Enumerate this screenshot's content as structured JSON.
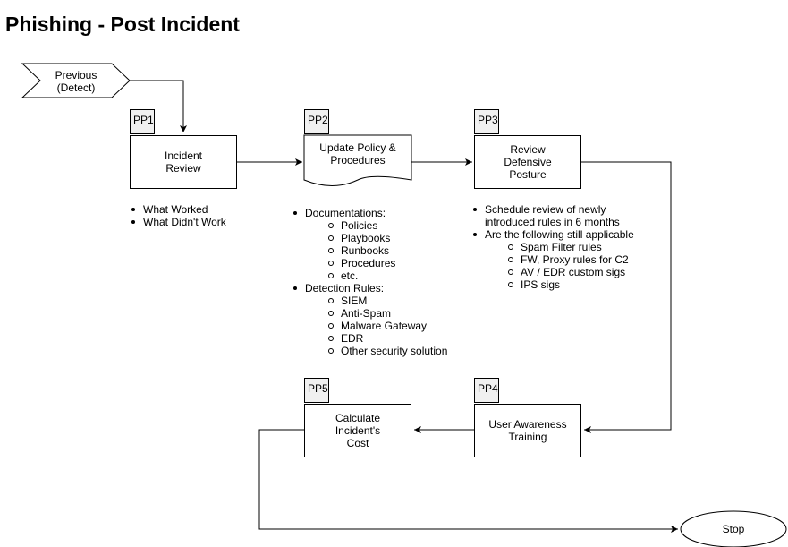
{
  "title": "Phishing - Post Incident",
  "previous": "Previous\n(Detect)",
  "stop": "Stop",
  "steps": {
    "pp1": {
      "tag": "PP1",
      "label": "Incident Review"
    },
    "pp2": {
      "tag": "PP2",
      "label": "Update Policy & Procedures"
    },
    "pp3": {
      "tag": "PP3",
      "label": "Review Defensive Posture"
    },
    "pp4": {
      "tag": "PP4",
      "label": "User Awareness Training"
    },
    "pp5": {
      "tag": "PP5",
      "label": "Calculate Incident's Cost"
    }
  },
  "notes": {
    "pp1": [
      "What Worked",
      "What Didn't Work"
    ],
    "pp2": {
      "documentations": "Documentations:",
      "documentation_items": [
        "Policies",
        "Playbooks",
        "Runbooks",
        "Procedures",
        "etc."
      ],
      "detection_rules": "Detection Rules:",
      "detection_items": [
        "SIEM",
        "Anti-Spam",
        "Malware Gateway",
        "EDR",
        "Other security solution"
      ]
    },
    "pp3": {
      "schedule": "Schedule review of newly introduced rules in 6 months",
      "applicable": "Are the following still applicable",
      "applicable_items": [
        "Spam Filter rules",
        "FW, Proxy rules for C2",
        "AV / EDR custom sigs",
        "IPS sigs"
      ]
    }
  }
}
